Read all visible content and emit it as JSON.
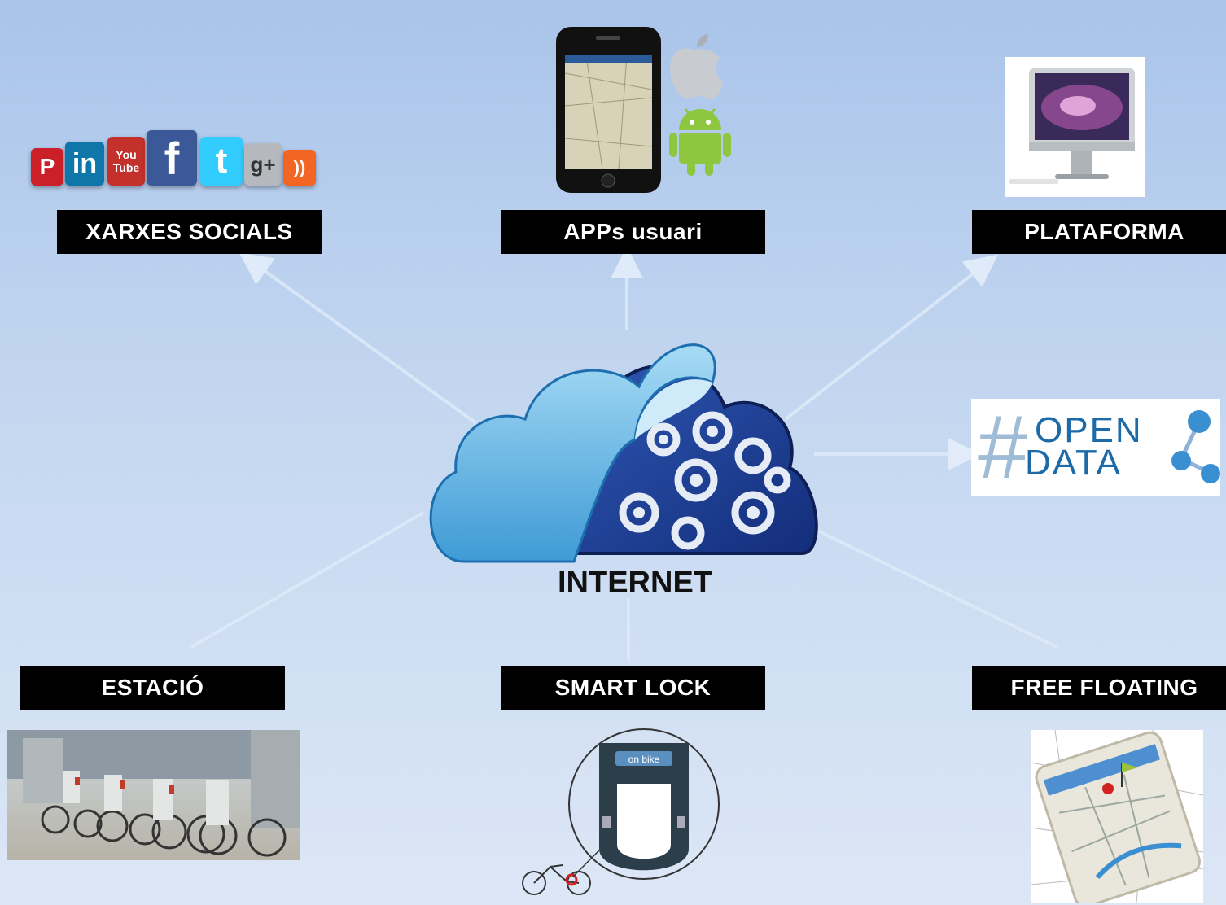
{
  "center": {
    "label": "INTERNET"
  },
  "nodes": {
    "social": {
      "label": "XARXES SOCIALS"
    },
    "apps": {
      "label": "APPs usuari"
    },
    "platform": {
      "label": "PLATAFORMA"
    },
    "opendata": {
      "hash": "#",
      "line1": "OPEN",
      "line2": "DATA"
    },
    "station": {
      "label": "ESTACIÓ"
    },
    "lock": {
      "label": "SMART LOCK",
      "brand": "on bike"
    },
    "floating": {
      "label": "FREE FLOATING"
    }
  },
  "social_icons": [
    {
      "name": "pinterest-icon",
      "glyph": "P",
      "color": "#cb2027"
    },
    {
      "name": "linkedin-icon",
      "glyph": "in",
      "color": "#0e76a8"
    },
    {
      "name": "youtube-icon",
      "glyph": "You Tube",
      "color": "#c4302b"
    },
    {
      "name": "facebook-icon",
      "glyph": "f",
      "color": "#3b5998"
    },
    {
      "name": "twitter-icon",
      "glyph": "t",
      "color": "#33ccff"
    },
    {
      "name": "googleplus-icon",
      "glyph": "g+",
      "color": "#9aa0a6"
    },
    {
      "name": "rss-icon",
      "glyph": "))",
      "color": "#f26522"
    }
  ],
  "colors": {
    "label_bg": "#000000",
    "label_text": "#ffffff",
    "connector": "#dce9f8",
    "cloud_front": "#5cb6e6",
    "cloud_back": "#1f3b8f"
  }
}
